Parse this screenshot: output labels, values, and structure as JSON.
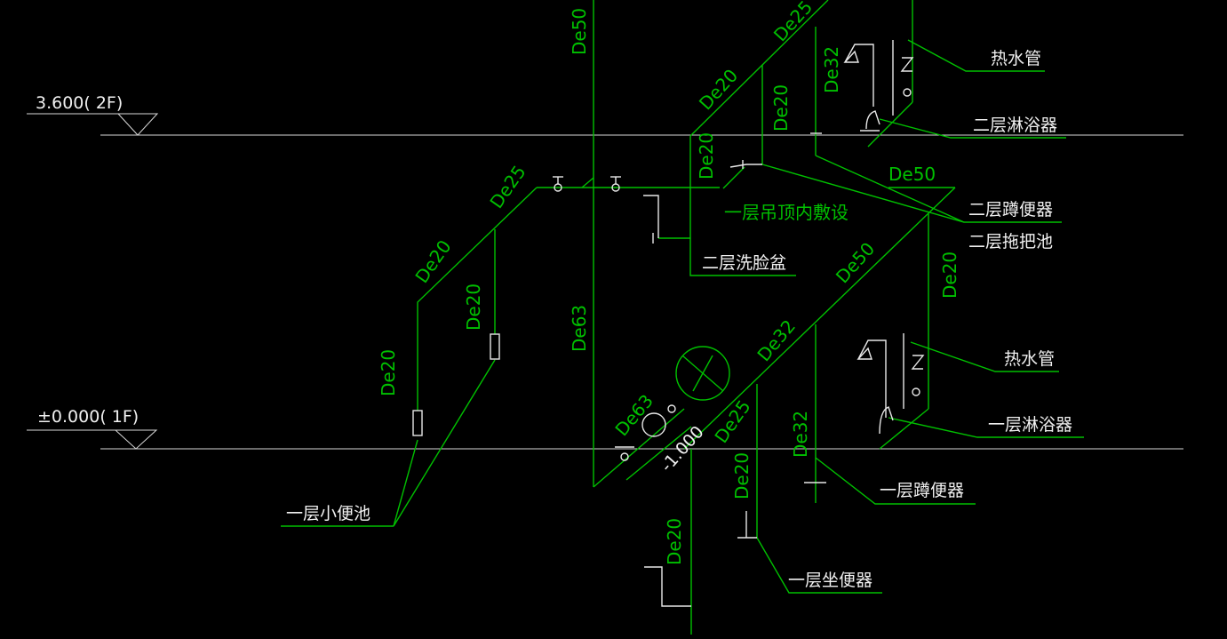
{
  "levels": {
    "second_floor": "3.600(  2F)",
    "first_floor": "±0.000(  1F)",
    "below_grade": "-1.000"
  },
  "pipe_sizes": {
    "top_de25": "De25",
    "main_de50_top": "De50",
    "upper_de20_a": "De20",
    "upper_de20_b": "De20",
    "riser_de32": "De32",
    "branch_de20_c": "De20",
    "right_de50": "De50",
    "left_de25": "De25",
    "left_de20_a": "De20",
    "left_de20_b": "De20",
    "left_de20_c": "De20",
    "main_de63": "De63",
    "main_de50_mid": "De50",
    "right_de20": "De20",
    "de32_mid": "De32",
    "meter_de63": "De63",
    "low_de25": "De25",
    "low_de32": "De32",
    "low_de20_a": "De20",
    "low_de20_b": "De20"
  },
  "notes": {
    "ceiling_routing": "一层吊顶内敷设"
  },
  "labels": {
    "hot_water_pipe_upper": "热水管",
    "second_floor_shower": "二层淋浴器",
    "second_floor_squat_toilet": "二层蹲便器",
    "second_floor_mop_sink": "二层拖把池",
    "second_floor_washbasin": "二层洗脸盆",
    "hot_water_pipe_lower": "热水管",
    "first_floor_shower": "一层淋浴器",
    "first_floor_squat_toilet": "一层蹲便器",
    "first_floor_urinal": "一层小便池",
    "first_floor_seat_toilet": "一层坐便器"
  },
  "colors": {
    "background": "#000000",
    "pipe": "#00c000",
    "fixture": "#e8e8e8",
    "level_line": "#d8d8d8"
  }
}
